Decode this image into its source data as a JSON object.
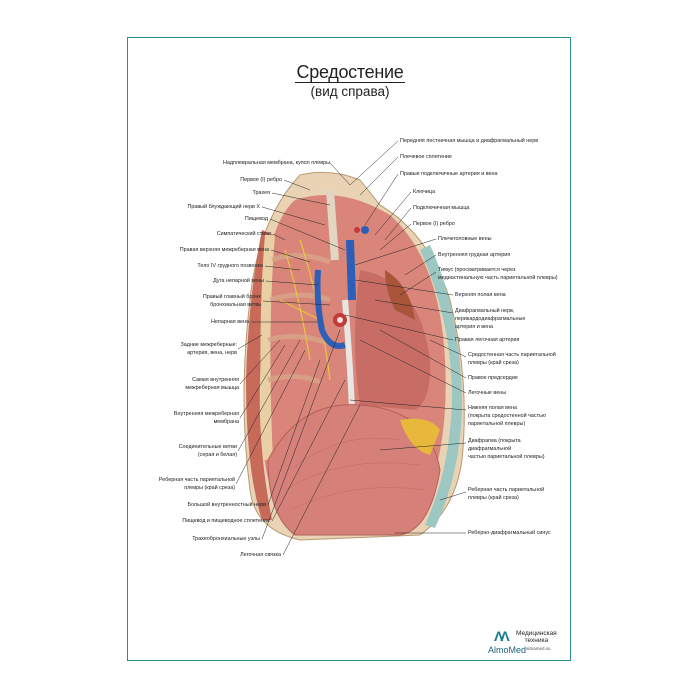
{
  "title": "Средостение",
  "subtitle": "(вид справа)",
  "labels_left": [
    [
      "Надплевральная мембрана, купол плевры"
    ],
    [
      "Первое (I) ребро"
    ],
    [
      "Трахея"
    ],
    [
      "Правый блуждающий нерв X"
    ],
    [
      "Пищевод"
    ],
    [
      "Симпатический ствол"
    ],
    [
      "Правая верхняя межреберная вена"
    ],
    [
      "Тело IV грудного позвонка"
    ],
    [
      "Дуга непарной вены"
    ],
    [
      "Правый главный бронх",
      "бронхиальная ветвь"
    ],
    [
      "Непарная вена"
    ],
    [
      "Задние межреберные:",
      "артерия, вена, нерв"
    ],
    [
      "Самая внутренняя",
      "межреберная мышца"
    ],
    [
      "Внутренняя межреберная",
      "мембрана"
    ],
    [
      "Соединительные ветви",
      "(серая и белая)"
    ],
    [
      "Реберная часть париетальной",
      "плевры (край среза)"
    ],
    [
      "Большой внутренностный нерв"
    ],
    [
      "Пищевод и пищеводное сплетение"
    ],
    [
      "Трахеобронхиальные узлы"
    ],
    [
      "Легочная связка"
    ]
  ],
  "labels_right": [
    [
      "Передняя лестничная мышца и диафрагмальный нерв"
    ],
    [
      "Плечевое сплетение"
    ],
    [
      "Правые подключичные артерия и вена"
    ],
    [
      "Ключица"
    ],
    [
      "Подключичная мышца"
    ],
    [
      "Первое (I) ребро"
    ],
    [
      "Плечеголовные вены"
    ],
    [
      "Внутренняя грудная артерия"
    ],
    [
      "Тимус (просматривается через",
      "медиастинальную часть париетальной плевры)"
    ],
    [
      "Верхняя полая вена"
    ],
    [
      "Диафрагмальный нерв,",
      "перикардодиафрагмальные",
      "артерия и вена"
    ],
    [
      "Правая легочная артерия"
    ],
    [
      "Средостенная часть париетальной",
      "плевры (край среза)"
    ],
    [
      "Правое предсердие"
    ],
    [
      "Легочные вены"
    ],
    [
      "Нижняя полая вена",
      "(покрыта средостенной частью",
      "париетальной плевры)"
    ],
    [
      "Диафрагма (покрыта",
      "диафрагмальной",
      "частью париетальной плевры)"
    ],
    [
      "Реберная часть париетальной",
      "плевры (край среза)"
    ],
    [
      "Реберно-диафрагмальный синус"
    ]
  ],
  "logo": {
    "brand": "AlmoMed",
    "tagline_1": "Медицинская",
    "tagline_2": "техника",
    "site": "almamed.su"
  }
}
